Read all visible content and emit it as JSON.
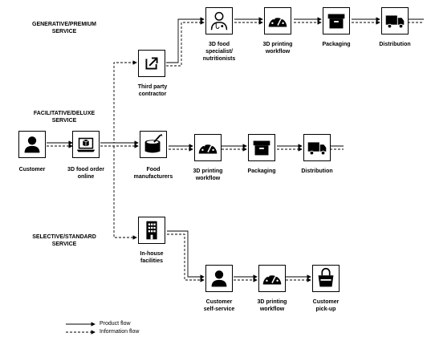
{
  "services": {
    "premium": "GENERATIVE/PREMIUM\nSERVICE",
    "deluxe": "FACILITATIVE/DELUXE\nSERVICE",
    "standard": "SELECTIVE/STANDARD\nSERVICE"
  },
  "nodes": {
    "customer": "Customer",
    "order_online": "3D food order\nonline",
    "third_party": "Third party\ncontractor",
    "food_specialist": "3D food\nspecialist/\nnutritionists",
    "premium_printing": "3D printing\nworkflow",
    "premium_packaging": "Packaging",
    "premium_distribution": "Distribution",
    "food_manufacturers": "Food\nmanufacturers",
    "deluxe_printing": "3D printing\nworkflow",
    "deluxe_packaging": "Packaging",
    "deluxe_distribution": "Distribution",
    "inhouse": "In-house\nfacilities",
    "self_service": "Customer\nself-service",
    "standard_printing": "3D printing\nworkflow",
    "pickup": "Customer\npick-up"
  },
  "legend": {
    "product_flow": "Product flow",
    "information_flow": "Information flow"
  },
  "icons": {
    "customer": "person-icon",
    "order_online": "laptop-box-icon",
    "third_party": "export-arrow-icon",
    "food_specialist": "doctor-icon",
    "printing": "gauge-icon",
    "packaging": "box-icon",
    "distribution": "truck-icon",
    "food_manufacturers": "pot-icon",
    "inhouse": "building-icon",
    "self_service": "person-icon",
    "pickup": "shopping-bag-icon"
  }
}
